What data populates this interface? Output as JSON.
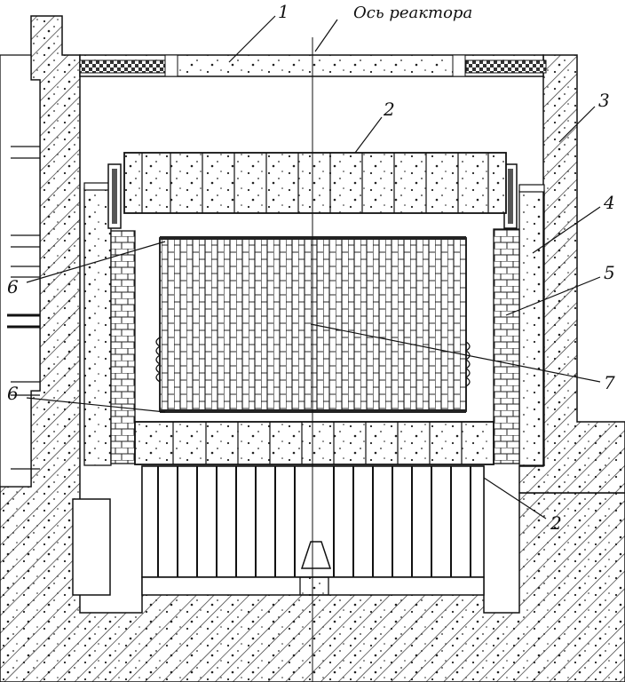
{
  "axis_title": "Ось реактора",
  "callouts": [
    "1",
    "2",
    "3",
    "4",
    "5",
    "6",
    "7",
    "6",
    "2"
  ]
}
